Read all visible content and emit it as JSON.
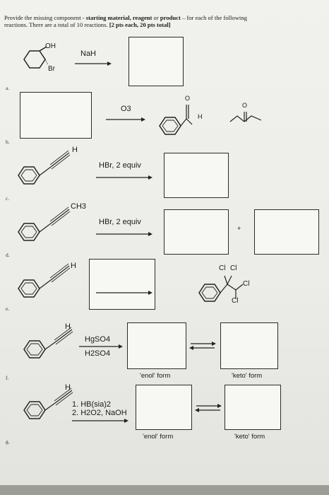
{
  "header": {
    "line1_a": "Provide the missing component - ",
    "line1_b": "starting material, reagent",
    "line1_c": " or ",
    "line1_d": "product",
    "line1_e": " – for each of the following",
    "line2_a": "reactions.  There are a total of 10 reactions.  ",
    "line2_b": "[2 pts each, 20 pts total]"
  },
  "labels": {
    "a": "a.",
    "b": "b.",
    "c": "c.",
    "d": "d.",
    "e": "e.",
    "f": "f.",
    "g": "g."
  },
  "row_a": {
    "oh": "OH",
    "br": "Br",
    "reagent": "NaH"
  },
  "row_b": {
    "reagent": "O3",
    "h": "H",
    "o1": "O",
    "o2": "O"
  },
  "row_c": {
    "h": "H",
    "reagent": "HBr, 2 equiv"
  },
  "row_d": {
    "ch3": "CH3",
    "reagent": "HBr, 2 equiv",
    "plus": "+"
  },
  "row_e": {
    "h": "H",
    "cl1": "Cl",
    "cl2": "Cl",
    "cl3": "Cl",
    "cl4": "Cl"
  },
  "row_f": {
    "h": "H",
    "reagent_line1": "HgSO4",
    "reagent_line2": "H2SO4",
    "enol_caption": "'enol' form",
    "keto_caption": "'keto' form"
  },
  "row_g": {
    "h": "H",
    "reagent_line1": "1. HB(sia)2",
    "reagent_line2": "2. H2O2, NaOH",
    "enol_caption": "'enol' form",
    "keto_caption": "'keto' form"
  }
}
